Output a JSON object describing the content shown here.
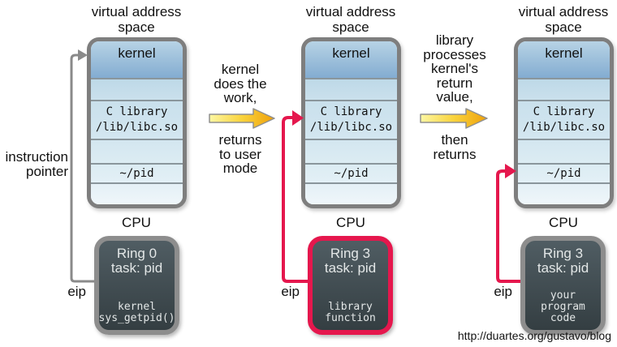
{
  "credit": "http://duartes.org/gustavo/blog",
  "colors": {
    "highlight_red": "#e5174d",
    "arrow_gray": "#8a8a8a",
    "arrow_gold_light": "#fdf7a3",
    "arrow_gold_dark": "#efa10b",
    "kernel_blue": "#8cb3d6",
    "map_border_gray": "#7e7e7e",
    "cpu_box_fill": "#3a444a"
  },
  "labels": {
    "instruction_pointer": "instruction\npointer",
    "eip": "eip",
    "cpu": "CPU"
  },
  "columns": [
    {
      "title": "virtual address\nspace",
      "map": {
        "kernel": "kernel",
        "library": "C library\n/lib/libc.so",
        "process": "~/pid"
      },
      "cpu": {
        "ring": "Ring 0",
        "task": "task: pid",
        "code": "kernel\nsys_getpid()"
      }
    },
    {
      "title": "virtual address\nspace",
      "map": {
        "kernel": "kernel",
        "library": "C library\n/lib/libc.so",
        "process": "~/pid"
      },
      "cpu": {
        "ring": "Ring 3",
        "task": "task: pid",
        "code": "library\nfunction"
      }
    },
    {
      "title": "virtual address\nspace",
      "map": {
        "kernel": "kernel",
        "library": "C library\n/lib/libc.so",
        "process": "~/pid"
      },
      "cpu": {
        "ring": "Ring 3",
        "task": "task: pid",
        "code": "your\nprogram\ncode"
      }
    }
  ],
  "transitions": [
    {
      "top": "kernel\ndoes the\nwork,",
      "bottom": "returns\nto user\nmode"
    },
    {
      "top": "library\nprocesses\nkernel's\nreturn\nvalue,",
      "bottom": "then\nreturns"
    }
  ]
}
